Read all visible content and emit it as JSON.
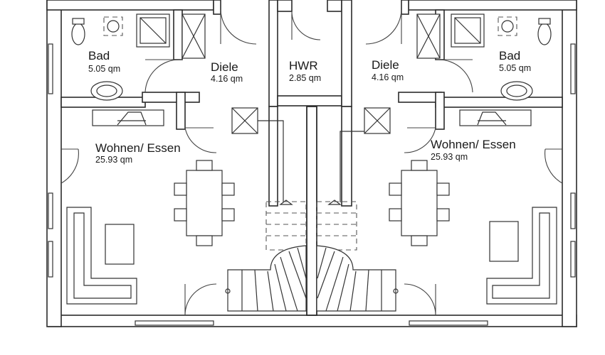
{
  "rooms": {
    "bad_left": {
      "name": "Bad",
      "area": "5.05 qm"
    },
    "diele_left": {
      "name": "Diele",
      "area": "4.16 qm"
    },
    "hwr": {
      "name": "HWR",
      "area": "2.85 qm"
    },
    "diele_right": {
      "name": "Diele",
      "area": "4.16 qm"
    },
    "bad_right": {
      "name": "Bad",
      "area": "5.05 qm"
    },
    "wohnen_left": {
      "name": "Wohnen/ Essen",
      "area": "25.93 qm"
    },
    "wohnen_right": {
      "name": "Wohnen/ Essen",
      "area": "25.93 qm"
    }
  },
  "colors": {
    "line": "#2b2b2b",
    "background": "#ffffff"
  }
}
